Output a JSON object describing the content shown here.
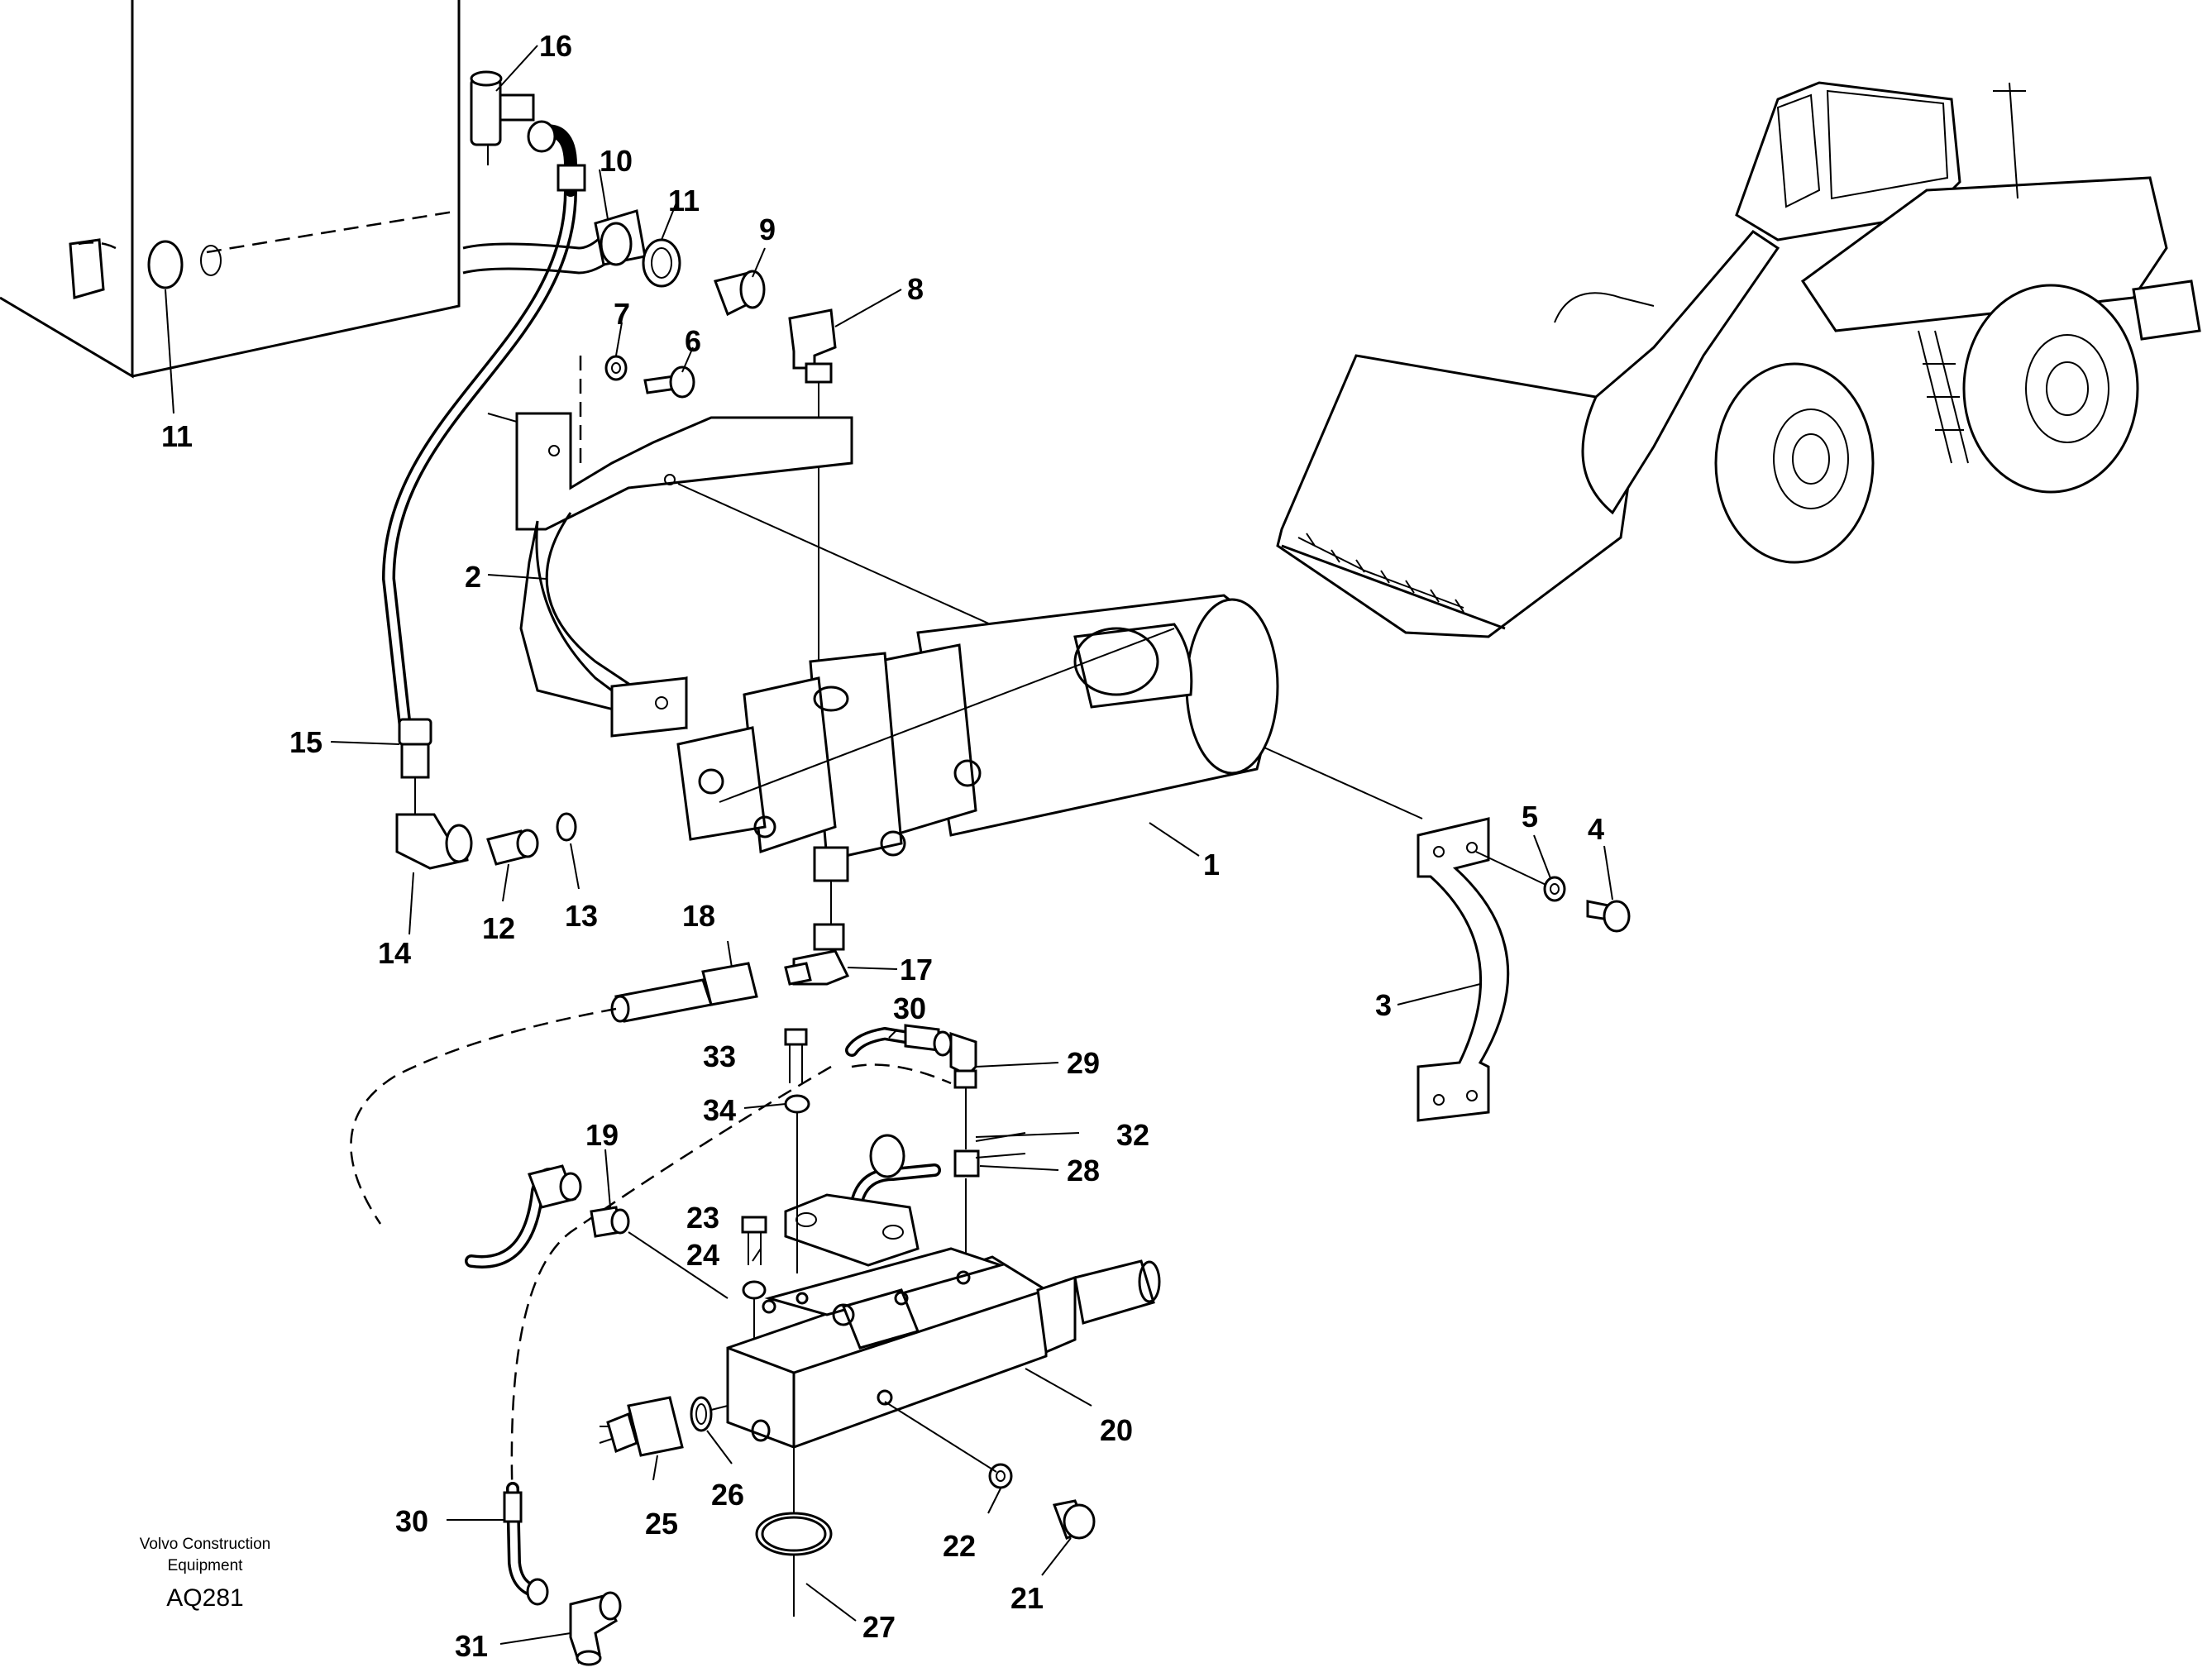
{
  "callouts": {
    "n1": "1",
    "n2": "2",
    "n3": "3",
    "n4": "4",
    "n5": "5",
    "n6": "6",
    "n7": "7",
    "n8": "8",
    "n9": "9",
    "n10": "10",
    "n11a": "11",
    "n11b": "11",
    "n12": "12",
    "n13": "13",
    "n14": "14",
    "n15": "15",
    "n16": "16",
    "n17": "17",
    "n18": "18",
    "n19": "19",
    "n20": "20",
    "n21": "21",
    "n22": "22",
    "n23": "23",
    "n24": "24",
    "n25": "25",
    "n26": "26",
    "n27": "27",
    "n28": "28",
    "n29": "29",
    "n30a": "30",
    "n30b": "30",
    "n31": "31",
    "n32": "32",
    "n33": "33",
    "n34": "34"
  },
  "credit": {
    "line1": "Volvo Construction",
    "line2": "Equipment",
    "code": "AQ281"
  },
  "icons": [
    "wheel-loader-illustration",
    "pump-motor-assembly",
    "valve-block",
    "hose",
    "bracket",
    "fitting"
  ]
}
